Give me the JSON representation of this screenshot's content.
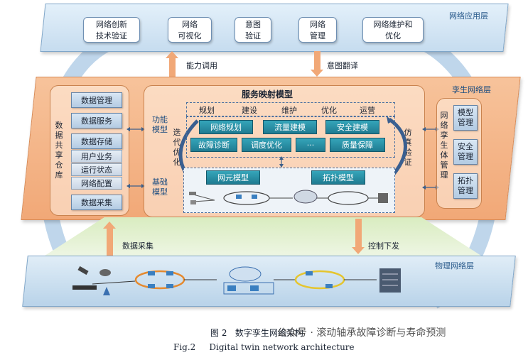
{
  "layers": {
    "app": "网络应用层",
    "twin": "孪生网络层",
    "physical": "物理网络层"
  },
  "app_boxes": [
    "网络创新\n技术验证",
    "网络\n可视化",
    "意图\n验证",
    "网络\n管理",
    "网络维护和\n优化"
  ],
  "flows": {
    "capability_call": "能力调用",
    "intent_translate": "意图翻译",
    "data_collect": "数据采集",
    "control_issue": "控制下发"
  },
  "data_warehouse": {
    "title": "数\n据\n共\n享\n仓\n库",
    "items": [
      "数据管理",
      "数据服务",
      "数据存储",
      "数据采集"
    ],
    "storage_items": [
      "用户业务",
      "运行状态",
      "网络配置"
    ]
  },
  "service_mapping": {
    "title": "服务映射模型",
    "function_model": "功能\n模型",
    "base_model": "基础\n模型",
    "iterative_opt": "迭\n代\n优\n化",
    "simulation": "仿\n真\n验\n证",
    "stages": [
      "规划",
      "建设",
      "维护",
      "优化",
      "运营"
    ],
    "functions": [
      "网络规划",
      "流量建模",
      "安全建模",
      "故障诊断",
      "调度优化",
      "···",
      "质量保障"
    ],
    "base": [
      "网元模型",
      "拓扑模型"
    ]
  },
  "lifecycle": {
    "title": "网\n络\n孪\n生\n体\n管\n理",
    "items": [
      "模型\n管理",
      "安全\n管理",
      "拓扑\n管理"
    ]
  },
  "caption": {
    "cn": "图 2   数字孪生网络架构",
    "en": "Fig.2     Digital twin network architecture"
  },
  "watermark": "公众号 · 滚动轴承故障诊断与寿命预测",
  "colors": {
    "twin_layer": "#f1a877",
    "app_layer": "#c6dcef",
    "teal_button": "#1f7b91",
    "arrow": "#f1a877"
  }
}
